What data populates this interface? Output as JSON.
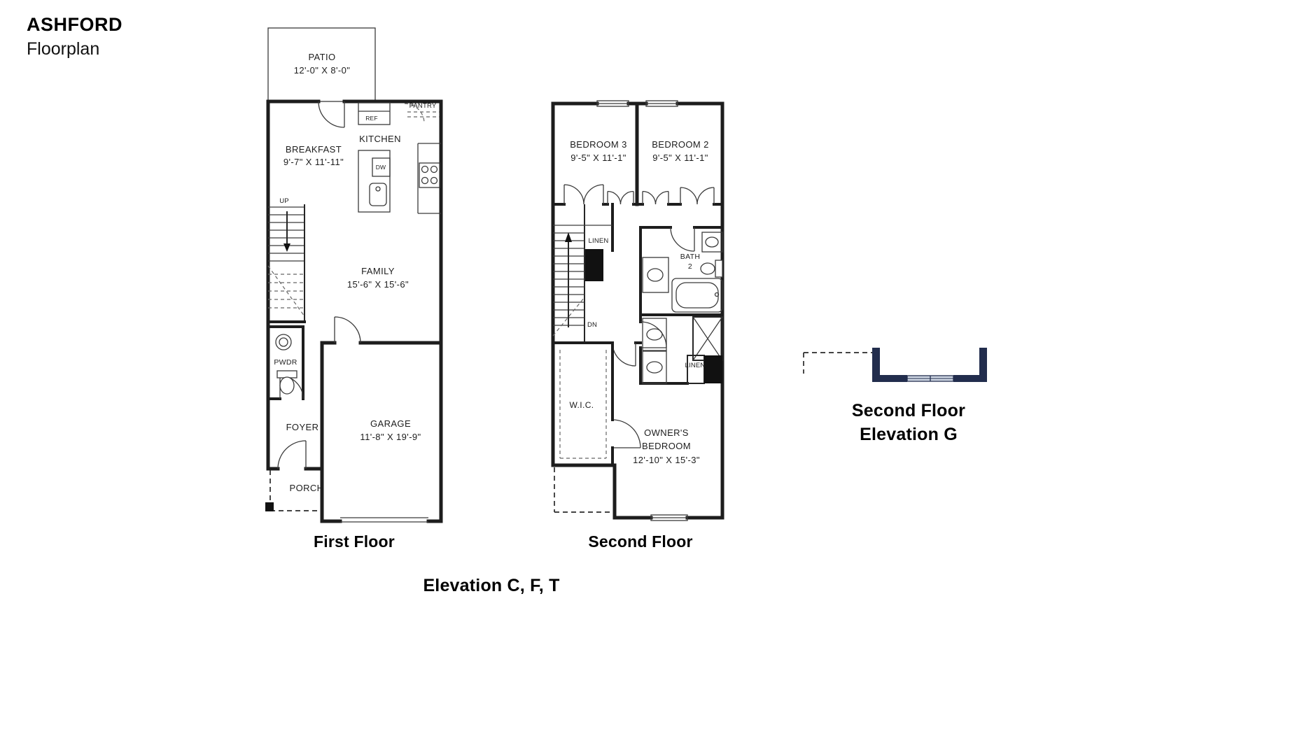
{
  "header": {
    "title": "ASHFORD",
    "subtitle": "Floorplan"
  },
  "footer": {
    "elevation": "Elevation C, F, T"
  },
  "colors": {
    "wall": "#1d1d1d",
    "elevation_navy": "#222d4d",
    "elevation_window": "#cfd7e4"
  },
  "first_floor": {
    "caption": "First Floor",
    "patio_name": "PATIO",
    "patio_dims": "12'-0\" X 8'-0\"",
    "pantry": "PANTRY",
    "ref": "REF",
    "kitchen": "KITCHEN",
    "dw": "DW",
    "breakfast_name": "BREAKFAST",
    "breakfast_dims": "9'-7\" X 11'-11\"",
    "up": "UP",
    "family_name": "FAMILY",
    "family_dims": "15'-6\" X 15'-6\"",
    "pwdr": "PWDR",
    "foyer": "FOYER",
    "garage_name": "GARAGE",
    "garage_dims": "11'-8\" X 19'-9\"",
    "porch": "PORCH"
  },
  "second_floor": {
    "caption": "Second Floor",
    "bedroom3_name": "BEDROOM 3",
    "bedroom3_dims": "9'-5\" X 11'-1\"",
    "bedroom2_name": "BEDROOM 2",
    "bedroom2_dims": "9'-5\" X 11'-1\"",
    "linen_upper": "LINEN",
    "bath2_line1": "BATH",
    "bath2_line2": "2",
    "dn": "DN",
    "wic": "W.I.C.",
    "linen_lower": "LINEN",
    "owners_line1": "OWNER'S",
    "owners_line2": "BEDROOM",
    "owners_dims": "12'-10\" X 15'-3\""
  },
  "elevation_g": {
    "line1": "Second Floor",
    "line2": "Elevation G"
  }
}
